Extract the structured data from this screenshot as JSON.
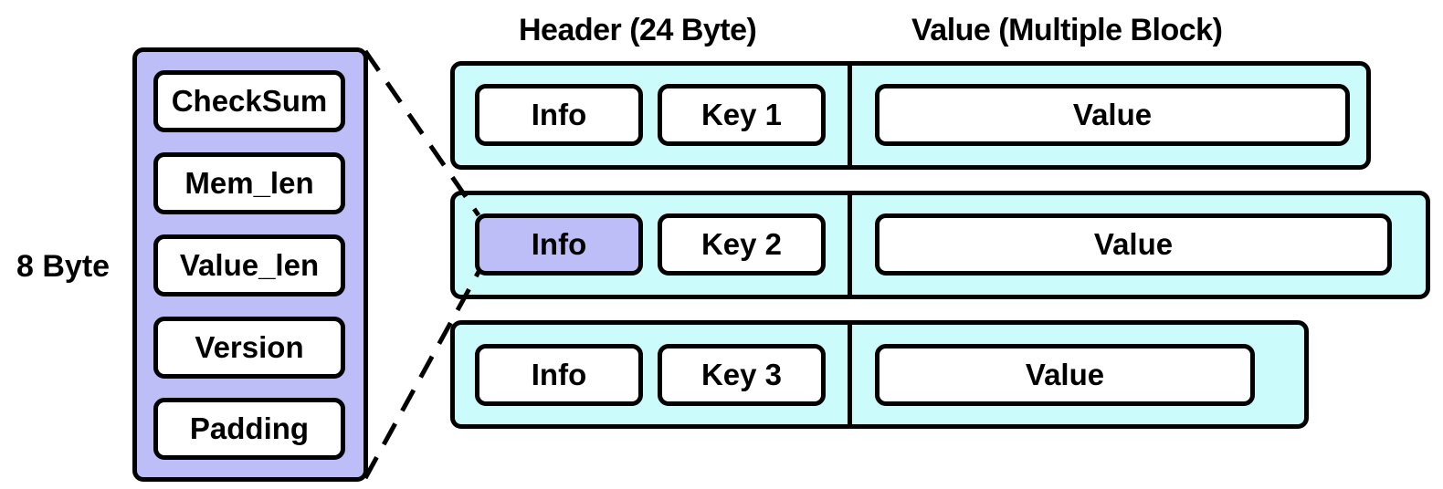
{
  "headings": {
    "header": "Header (24 Byte)",
    "value": "Value (Multiple Block)"
  },
  "info_breakdown": {
    "size_label": "8 Byte",
    "fields": [
      "CheckSum",
      "Mem_len",
      "Value_len",
      "Version",
      "Padding"
    ]
  },
  "entries": [
    {
      "info": "Info",
      "key": "Key 1",
      "value": "Value"
    },
    {
      "info": "Info",
      "key": "Key 2",
      "value": "Value"
    },
    {
      "info": "Info",
      "key": "Key 3",
      "value": "Value"
    }
  ],
  "colors": {
    "info_fill": "#bdbdf7",
    "entry_fill": "#ccfbfb",
    "outline": "#000000"
  }
}
